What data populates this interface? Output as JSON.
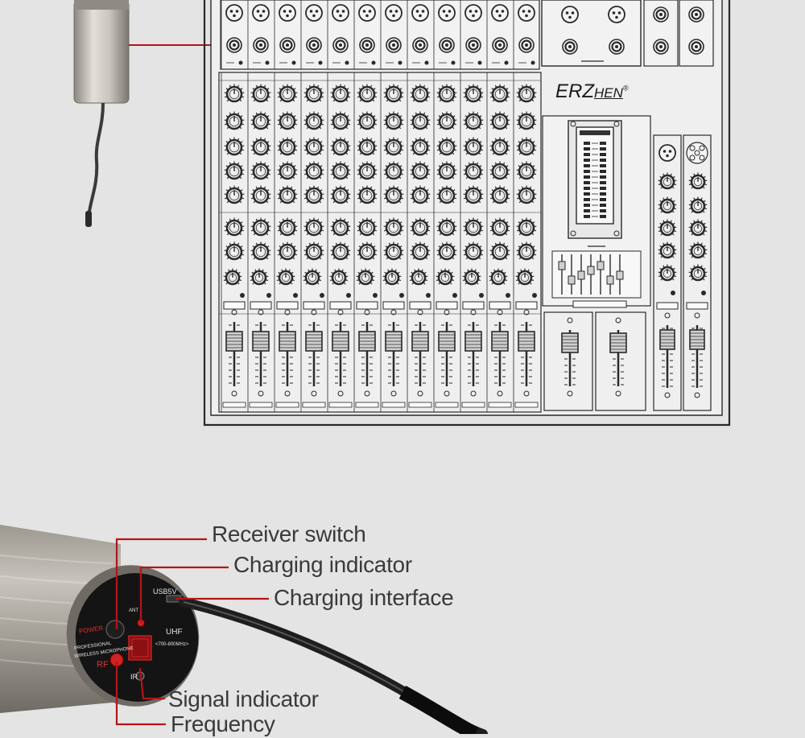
{
  "mixer": {
    "brand_prefix": "ERZ",
    "brand_suffix": "HEN",
    "brand_mark": "®"
  },
  "receiver": {
    "power_label": "POWER",
    "product_line1": "PROFESSIONAL",
    "product_line2": "WIRELESS MICROPHONE",
    "rf_label": "RF",
    "uhf_label": "UHF",
    "freq_range": "<700-800MHz>",
    "usb_label": "USB5V",
    "ant_label": "ANT",
    "ir_label": "IR"
  },
  "callouts": [
    {
      "label": "Receiver switch"
    },
    {
      "label": "Charging indicator"
    },
    {
      "label": "Charging interface"
    },
    {
      "label": "Signal indicator"
    },
    {
      "label": "Frequency"
    }
  ],
  "colors": {
    "background": "#e4e4e4",
    "callout_line": "#b5141a",
    "indicator_red": "#d02222",
    "receiver_body": "#a7a39c"
  }
}
